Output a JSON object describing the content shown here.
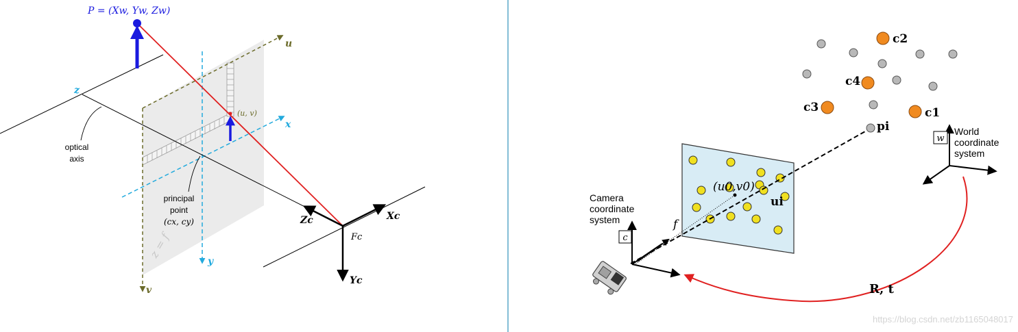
{
  "left": {
    "point_label": "P = (Xw, Yw, Zw)",
    "axis_u": "u",
    "axis_v": "v",
    "axis_x": "x",
    "axis_y": "y",
    "axis_z": "z",
    "optical_axis": [
      "optical",
      "axis"
    ],
    "principal_point": [
      "principal",
      "point",
      "(cx, cy)"
    ],
    "uv_label": "(u, v)",
    "plane_label": "z = f",
    "cam_x": "Xc",
    "cam_y": "Yc",
    "cam_z": "Zc",
    "cam_frame": "Fc",
    "colors": {
      "point": "#1a1adf",
      "ray": "#e02020",
      "dashed_cyan": "#22aadd",
      "dashed_olive": "#6b6b2a",
      "plane": "#e6e6e6"
    }
  },
  "right": {
    "camera_system": [
      "Camera",
      "coordinate",
      "system"
    ],
    "camera_box": "c",
    "world_system": [
      "World",
      "coordinate",
      "system"
    ],
    "world_box": "w",
    "c1": "c1",
    "c2": "c2",
    "c3": "c3",
    "c4": "c4",
    "p_i": "pi",
    "u_i": "ui",
    "principal": "(u0,v0)",
    "focal": "f",
    "transform": "R, t",
    "watermark": "https://blog.csdn.net/zb1165048017",
    "colors": {
      "image_plane": "#d8ecf5",
      "yellow_point": "#f0e020",
      "orange_point": "#f08a20",
      "gray_point": "#b8b8b8",
      "arrow": "#e02020"
    }
  }
}
